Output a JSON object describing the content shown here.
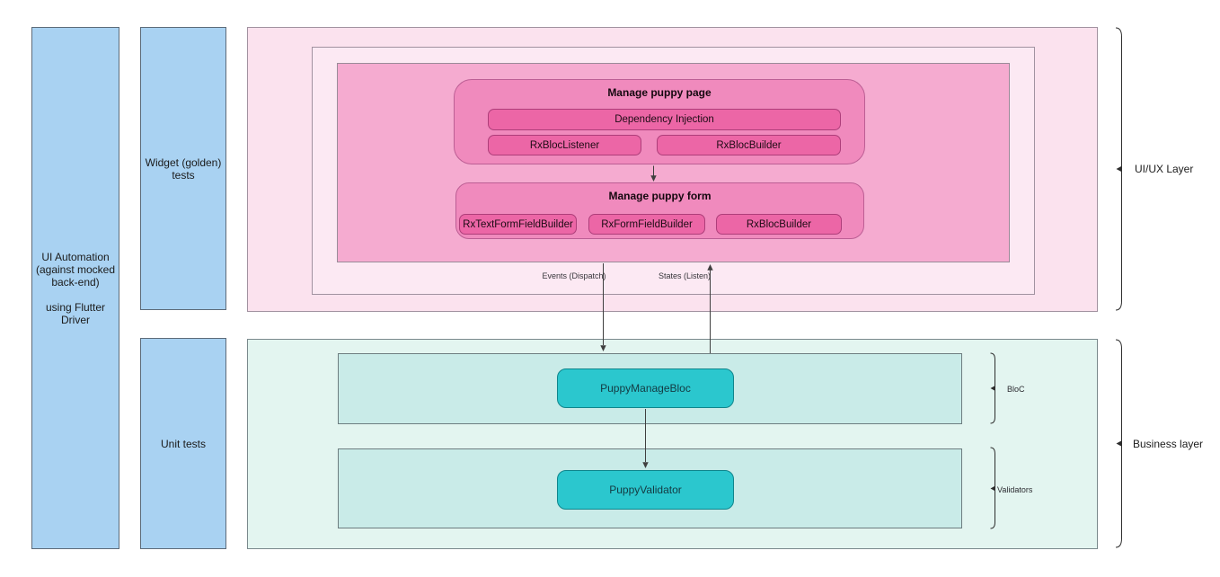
{
  "columns": {
    "ui_automation": {
      "text_block1": "UI Automation (against mocked back-end)",
      "text_block2": "using Flutter Driver"
    },
    "widget_tests": {
      "label": "Widget (golden) tests"
    },
    "unit_tests": {
      "label": "Unit tests"
    }
  },
  "ui_ux_layer": {
    "bracket_label": "UI/UX Layer",
    "page_group": {
      "title": "Manage puppy page",
      "items": [
        "Dependency Injection",
        "RxBlocListener",
        "RxBlocBuilder"
      ]
    },
    "form_group": {
      "title": "Manage puppy form",
      "items": [
        "RxTextFormFieldBuilder",
        "RxFormFieldBuilder",
        "RxBlocBuilder"
      ]
    }
  },
  "connectors": {
    "events_label": "Events (Dispatch)",
    "states_label": "States (Listen)"
  },
  "business_layer": {
    "bracket_label": "Business layer",
    "bloc_box": "PuppyManageBloc",
    "bloc_bracket_label": "BloC",
    "validator_box": "PuppyValidator",
    "validators_bracket_label": "Validators"
  },
  "colors": {
    "blue_fill": "#a9d2f2",
    "pink_outer": "#fbe2ee",
    "pink_mid": "#fce9f3",
    "pink_inner": "#f5abd0",
    "pink_group": "#f08abd",
    "pink_chip": "#ec66a6",
    "teal_outer": "#e3f5f0",
    "teal_row": "#c9ebe8",
    "teal_box": "#2bc7ce"
  }
}
